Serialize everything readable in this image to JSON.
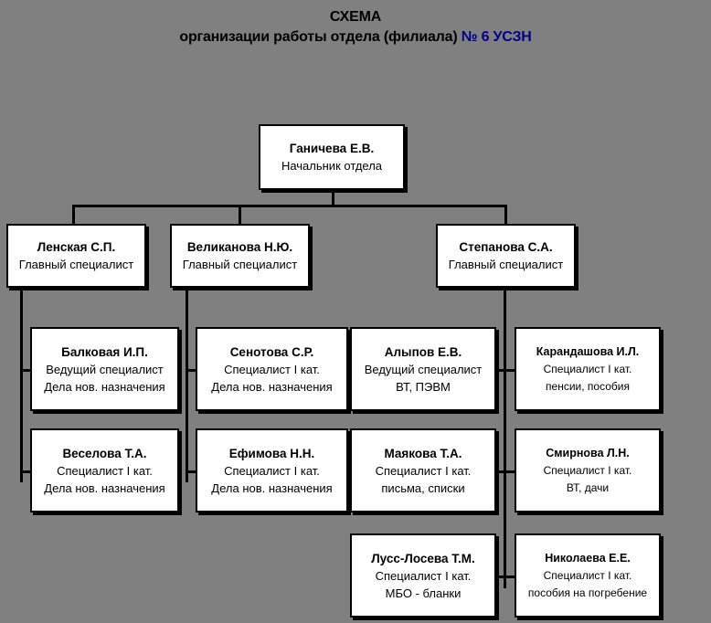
{
  "title": {
    "line1": "СХЕМА",
    "line2_main": "организации работы отдела (филиала) ",
    "line2_tail": "№ 6 УСЗН"
  },
  "colors": {
    "background": "#808080",
    "box_fill": "#ffffff",
    "box_border": "#000000",
    "text": "#000000",
    "title_accent": "#00008B"
  },
  "chart_data": {
    "type": "diagram",
    "subtype": "org-chart",
    "nodes": [
      {
        "id": "head",
        "level": 0,
        "name": "Ганичева Е.В.",
        "position": "Начальник отдела",
        "duties": ""
      },
      {
        "id": "spec1",
        "level": 1,
        "name": "Ленская С.П.",
        "position": "Главный специалист",
        "duties": ""
      },
      {
        "id": "spec2",
        "level": 1,
        "name": "Великанова Н.Ю.",
        "position": "Главный специалист",
        "duties": ""
      },
      {
        "id": "spec3",
        "level": 1,
        "name": "Степанова С.А.",
        "position": "Главный специалист",
        "duties": ""
      },
      {
        "id": "c1r1",
        "level": 2,
        "parent": "spec1",
        "name": "Балковая И.П.",
        "position": "Ведущий специалист",
        "duties": "Дела нов. назначения"
      },
      {
        "id": "c1r2",
        "level": 2,
        "parent": "spec1",
        "name": "Веселова Т.А.",
        "position": "Специалист I кат.",
        "duties": "Дела нов. назначения"
      },
      {
        "id": "c2r1",
        "level": 2,
        "parent": "spec2",
        "name": "Сенотова С.Р.",
        "position": "Специалист I кат.",
        "duties": "Дела нов. назначения"
      },
      {
        "id": "c2r2",
        "level": 2,
        "parent": "spec2",
        "name": "Ефимова Н.Н.",
        "position": "Специалист I кат.",
        "duties": "Дела нов. назначения"
      },
      {
        "id": "c3r1",
        "level": 2,
        "parent": "spec3",
        "name": "Алыпов Е.В.",
        "position": "Ведущий специалист",
        "duties": "ВТ, ПЭВМ"
      },
      {
        "id": "c3r2",
        "level": 2,
        "parent": "spec3",
        "name": "Маякова Т.А.",
        "position": "Специалист I кат.",
        "duties": "письма, списки"
      },
      {
        "id": "c3r3",
        "level": 2,
        "parent": "spec3",
        "name": "Лусс-Лосева Т.М.",
        "position": "Специалист I кат.",
        "duties": "МБО - бланки"
      },
      {
        "id": "c4r1",
        "level": 2,
        "parent": "spec3",
        "name": "Карандашова И.Л.",
        "position": "Специалист I кат.",
        "duties": "пенсии, пособия"
      },
      {
        "id": "c4r2",
        "level": 2,
        "parent": "spec3",
        "name": "Смирнова Л.Н.",
        "position": "Специалист I кат.",
        "duties": "ВТ, дачи"
      },
      {
        "id": "c4r3",
        "level": 2,
        "parent": "spec3",
        "name": "Николаева Е.Е.",
        "position": "Специалист I кат.",
        "duties": "пособия на погребение"
      }
    ]
  }
}
